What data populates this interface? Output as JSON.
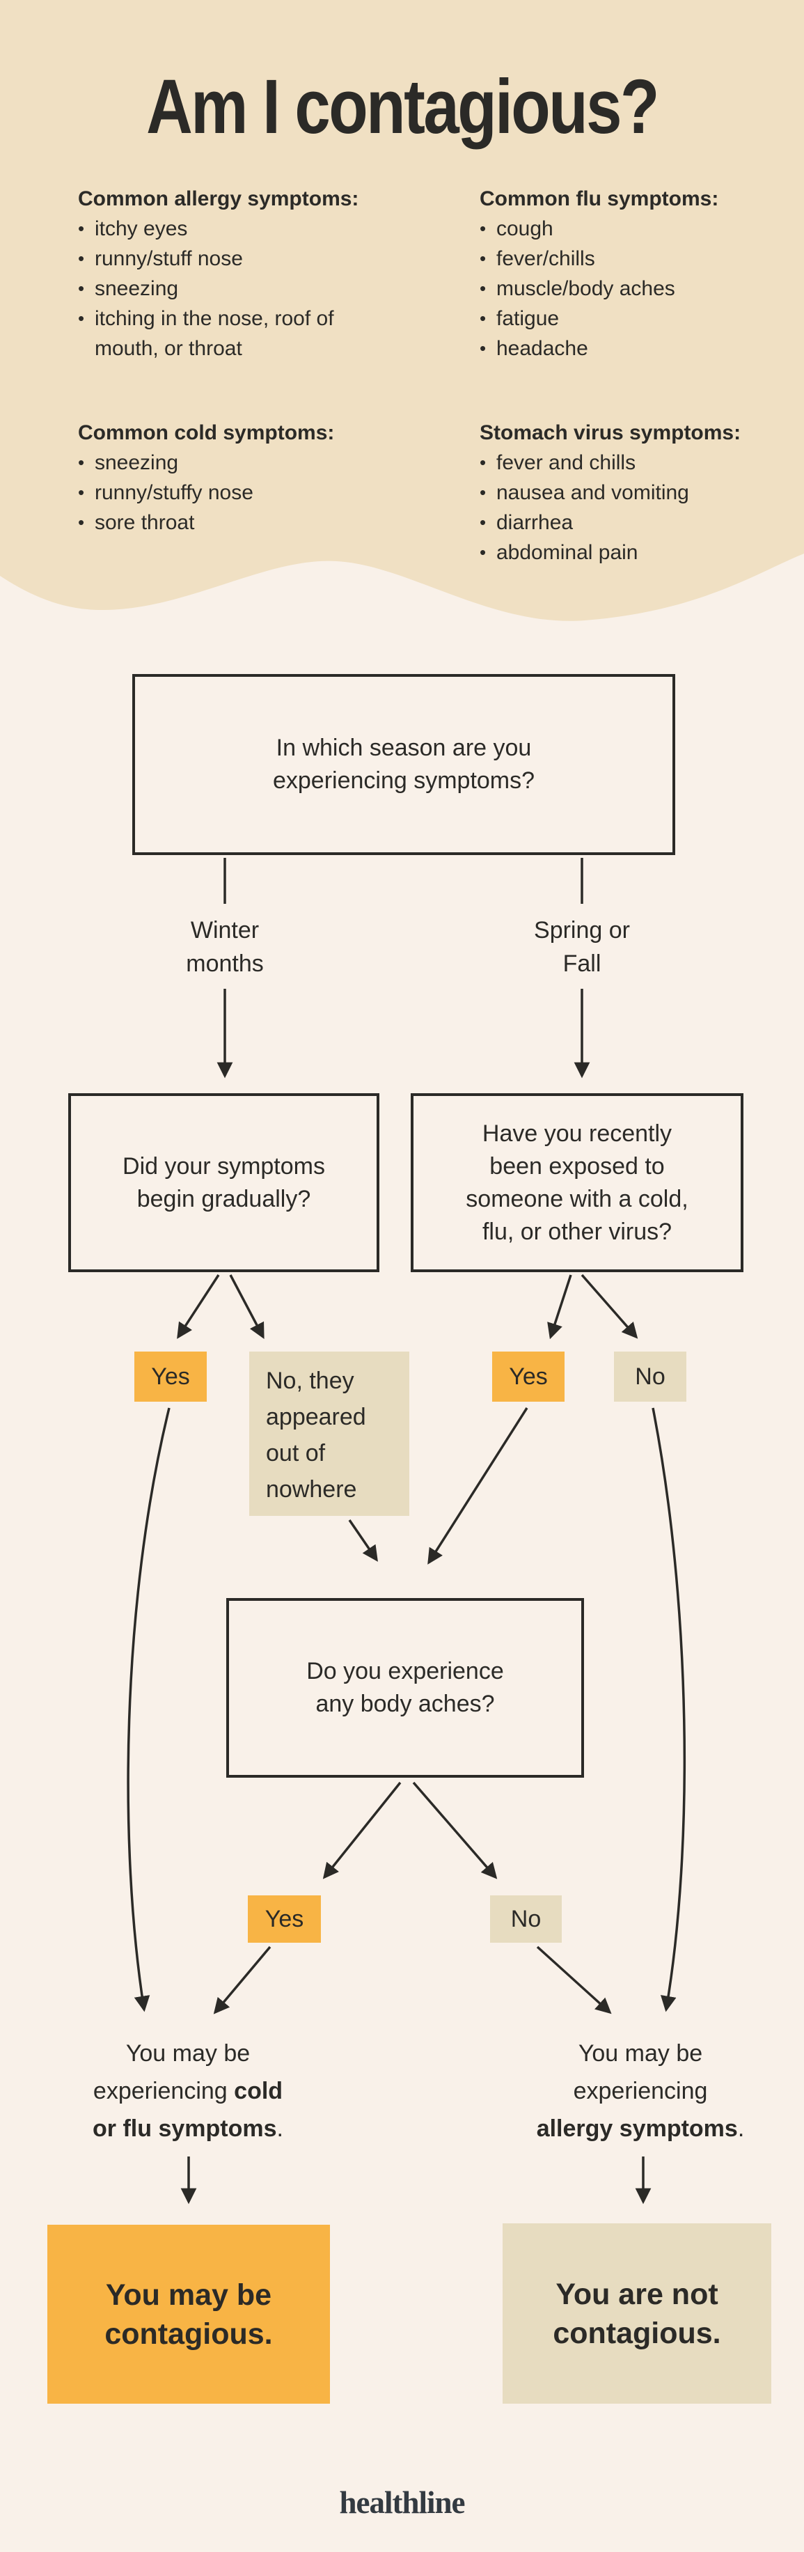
{
  "page": {
    "title": "Am I contagious?",
    "bullet_char": "•",
    "colors": {
      "band": "#f0e0c3",
      "background": "#f9f1e9",
      "orange": "#f8b445",
      "tan": "#e7dcc0",
      "ink": "#2b2a27",
      "logo": "#333a41"
    }
  },
  "symptom_lists": [
    {
      "heading": "Common allergy symptoms:",
      "items": [
        "itchy eyes",
        "runny/stuff nose",
        "sneezing",
        "itching in the nose, roof of mouth, or throat"
      ]
    },
    {
      "heading": "Common flu symptoms:",
      "items": [
        "cough",
        "fever/chills",
        "muscle/body aches",
        "fatigue",
        "headache"
      ]
    },
    {
      "heading": "Common cold symptoms:",
      "items": [
        "sneezing",
        "runny/stuffy nose",
        "sore throat"
      ]
    },
    {
      "heading": "Stomach virus symptoms:",
      "items": [
        "fever and chills",
        "nausea and vomiting",
        "diarrhea",
        "abdominal pain"
      ]
    }
  ],
  "flowchart": {
    "q_season": "In which season are you experiencing symptoms?",
    "label_winter": "Winter months",
    "label_spring_fall": "Spring or Fall",
    "q_gradual": "Did your symptoms begin gradually?",
    "q_exposed": "Have you recently been exposed to someone with a cold, flu, or other virus?",
    "chip_yes": "Yes",
    "chip_no": "No",
    "chip_no_long": "No, they appeared out of nowhere",
    "q_aches": "Do you experience any body aches?",
    "result_cold": {
      "line1": "You may be",
      "line2_normal": "experiencing ",
      "line2_bold": "cold",
      "line3_bold": "or flu symptoms",
      "line3_normal": "."
    },
    "result_allergy": {
      "line1": "You may be",
      "line2_normal": "experiencing",
      "line3_bold": "allergy symptoms",
      "line3_normal": "."
    },
    "final_contagious": "You may be contagious.",
    "final_not_contagious": "You are not contagious."
  },
  "footer": {
    "brand": "healthline"
  }
}
